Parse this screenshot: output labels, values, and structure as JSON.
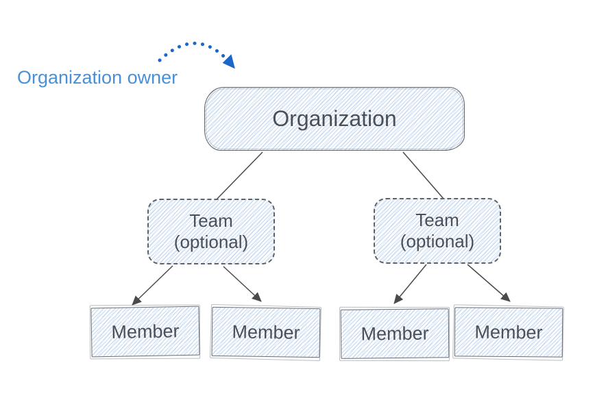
{
  "diagram": {
    "annotation": {
      "label": "Organization owner"
    },
    "organization": {
      "label": "Organization"
    },
    "teams": [
      {
        "label": "Team",
        "sublabel": "(optional)"
      },
      {
        "label": "Team",
        "sublabel": "(optional)"
      }
    ],
    "members": [
      {
        "label": "Member"
      },
      {
        "label": "Member"
      },
      {
        "label": "Member"
      },
      {
        "label": "Member"
      }
    ],
    "colors": {
      "annotation_text": "#4a90d6",
      "annotation_arrow": "#1b67c9",
      "node_text": "#4b5057",
      "node_border": "#5d6268",
      "node_hatch": "#92b6dc",
      "connector": "#4a4a4a",
      "background": "#ffffff"
    }
  }
}
